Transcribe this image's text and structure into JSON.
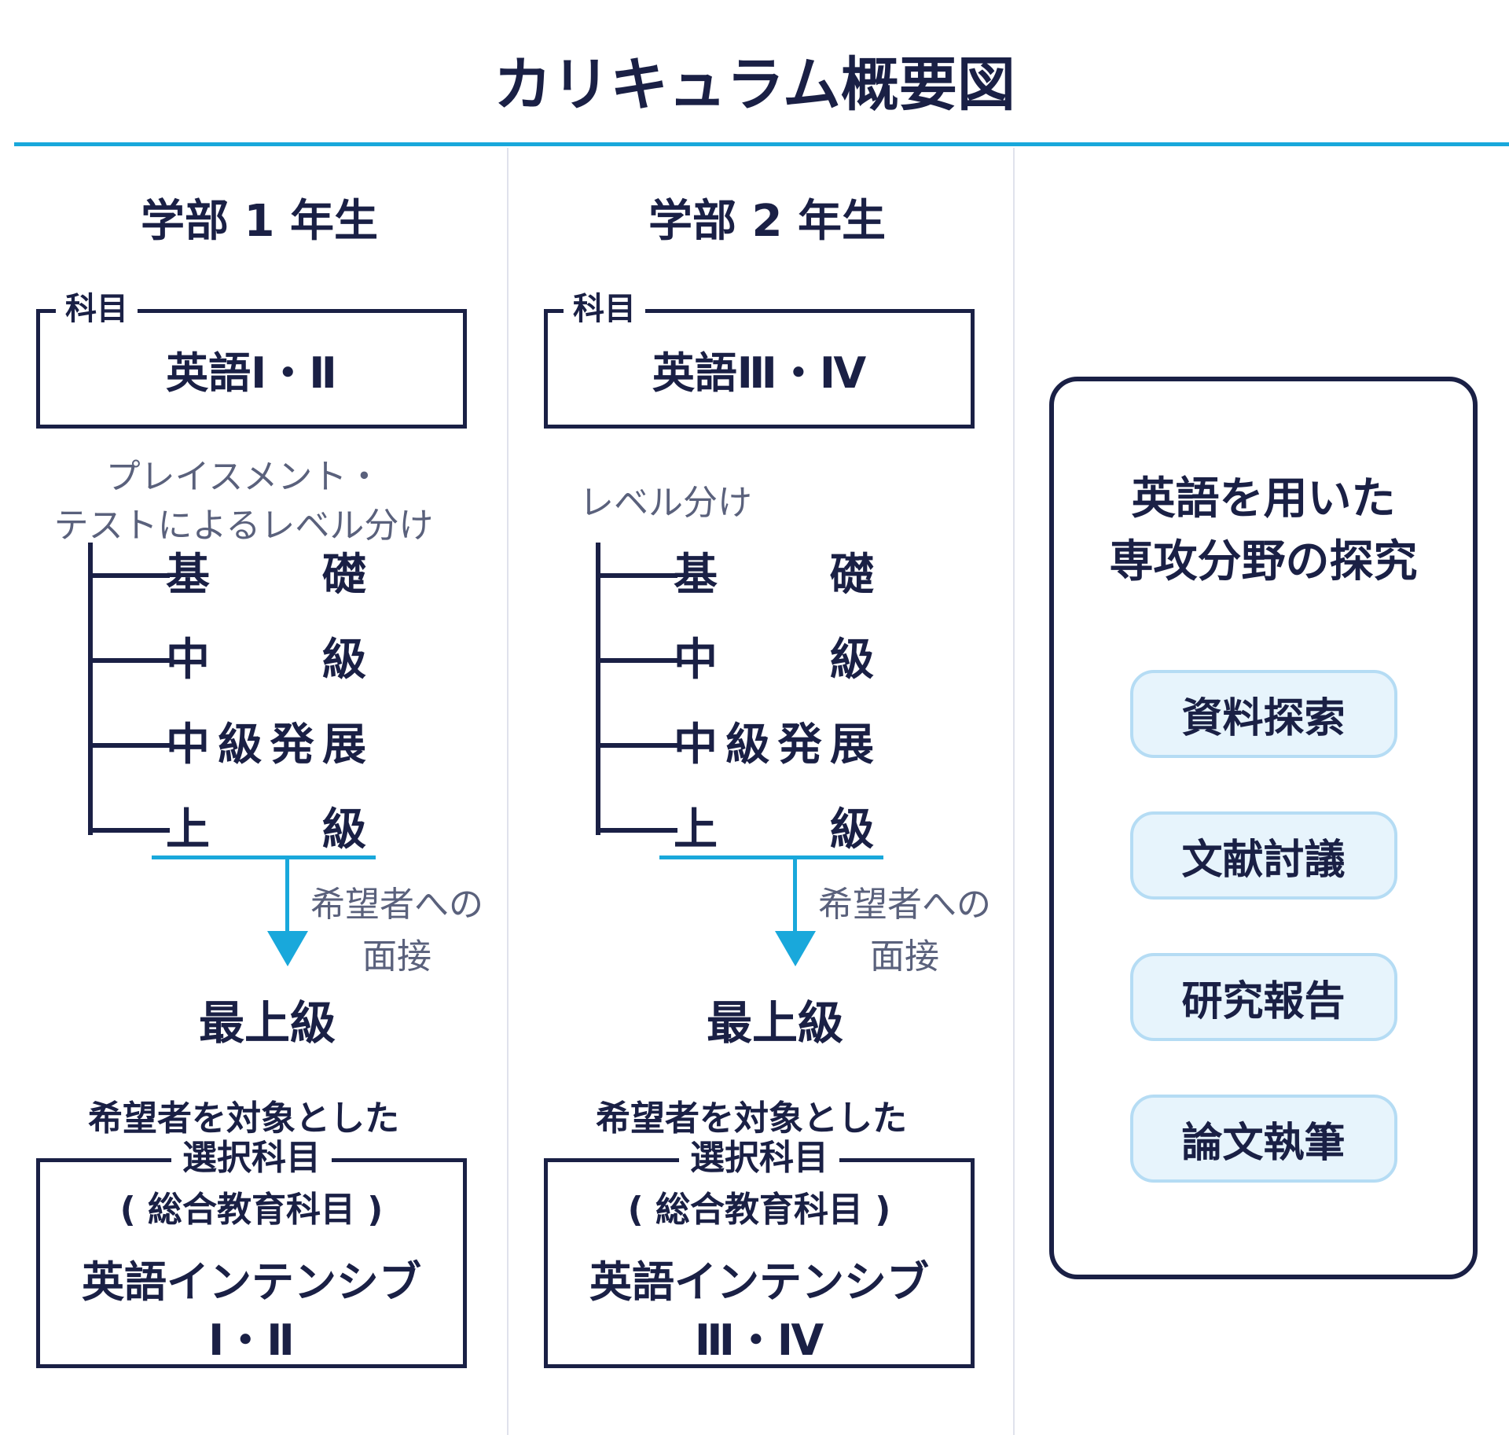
{
  "title": "カリキュラム概要図",
  "colors": {
    "text_navy": "#1a2045",
    "accent_cyan": "#19a8db",
    "note_gray": "#5a617c",
    "divider_gray": "#e0e2ec",
    "chip_fill": "#e7f4fc",
    "chip_border": "#b5dcf4"
  },
  "columns": [
    {
      "header": "学部 1 年生",
      "subject_box": {
        "legend": "科目",
        "course": "英語Ⅰ・Ⅱ"
      },
      "note_lines": [
        "プレイスメント・",
        "テストによるレベル分け"
      ],
      "levels": [
        "基礎",
        "中級",
        "中級発展",
        "上級"
      ],
      "interview_note_lines": [
        "希望者への",
        "面接"
      ],
      "top_level": "最上級",
      "elective_intro": "希望者を対象とした",
      "elective_box": {
        "legend": "選択科目",
        "category": "( 総合教育科目 )",
        "course_line1": "英語インテンシブ",
        "course_line2": "Ⅰ・Ⅱ"
      }
    },
    {
      "header": "学部 2 年生",
      "subject_box": {
        "legend": "科目",
        "course": "英語Ⅲ・Ⅳ"
      },
      "note_lines": [
        "レベル分け"
      ],
      "levels": [
        "基礎",
        "中級",
        "中級発展",
        "上級"
      ],
      "interview_note_lines": [
        "希望者への",
        "面接"
      ],
      "top_level": "最上級",
      "elective_intro": "希望者を対象とした",
      "elective_box": {
        "legend": "選択科目",
        "category": "( 総合教育科目 )",
        "course_line1": "英語インテンシブ",
        "course_line2": "Ⅲ・Ⅳ"
      }
    }
  ],
  "right_panel": {
    "heading_line1": "英語を用いた",
    "heading_line2": "専攻分野の探究",
    "buttons": [
      "資料探索",
      "文献討議",
      "研究報告",
      "論文執筆"
    ]
  }
}
